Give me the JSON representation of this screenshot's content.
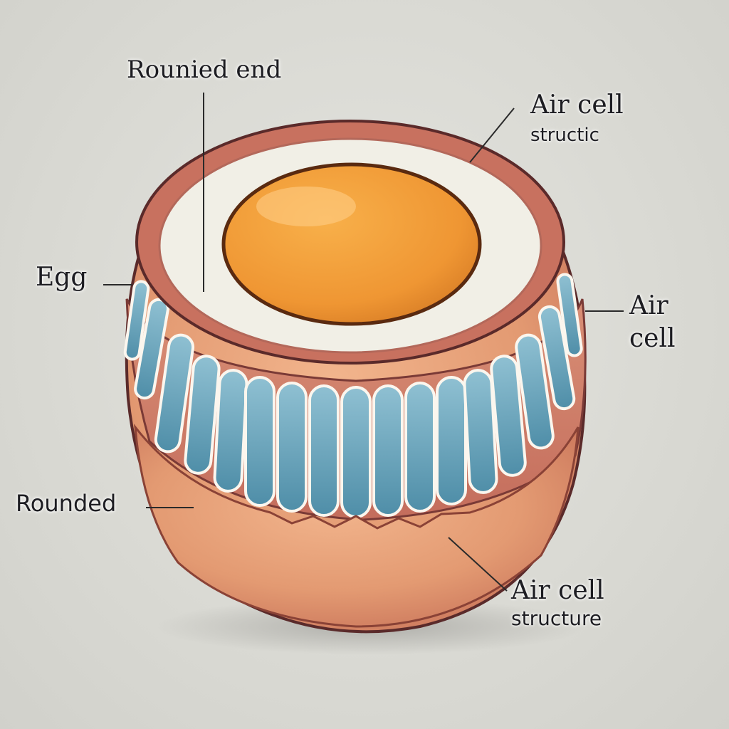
{
  "labels": {
    "rounded_end": "Rounied end",
    "air_cell_top_line1": "Air cell",
    "air_cell_top_line2": "structic",
    "egg": "Egg",
    "air_cell_right_line1": "Air",
    "air_cell_right_line2": "cell",
    "rounded": "Rounded",
    "air_cell_bottom_line1": "Air cell",
    "air_cell_bottom_line2": "structure"
  },
  "colors": {
    "background": "#dcdcd6",
    "shell": "#e39a72",
    "shell_dark": "#b8604a",
    "albumen": "#f1efe6",
    "yolk": "#f1a03c",
    "air_cells": "#6fa7bd",
    "outline": "#5a2a2a"
  }
}
